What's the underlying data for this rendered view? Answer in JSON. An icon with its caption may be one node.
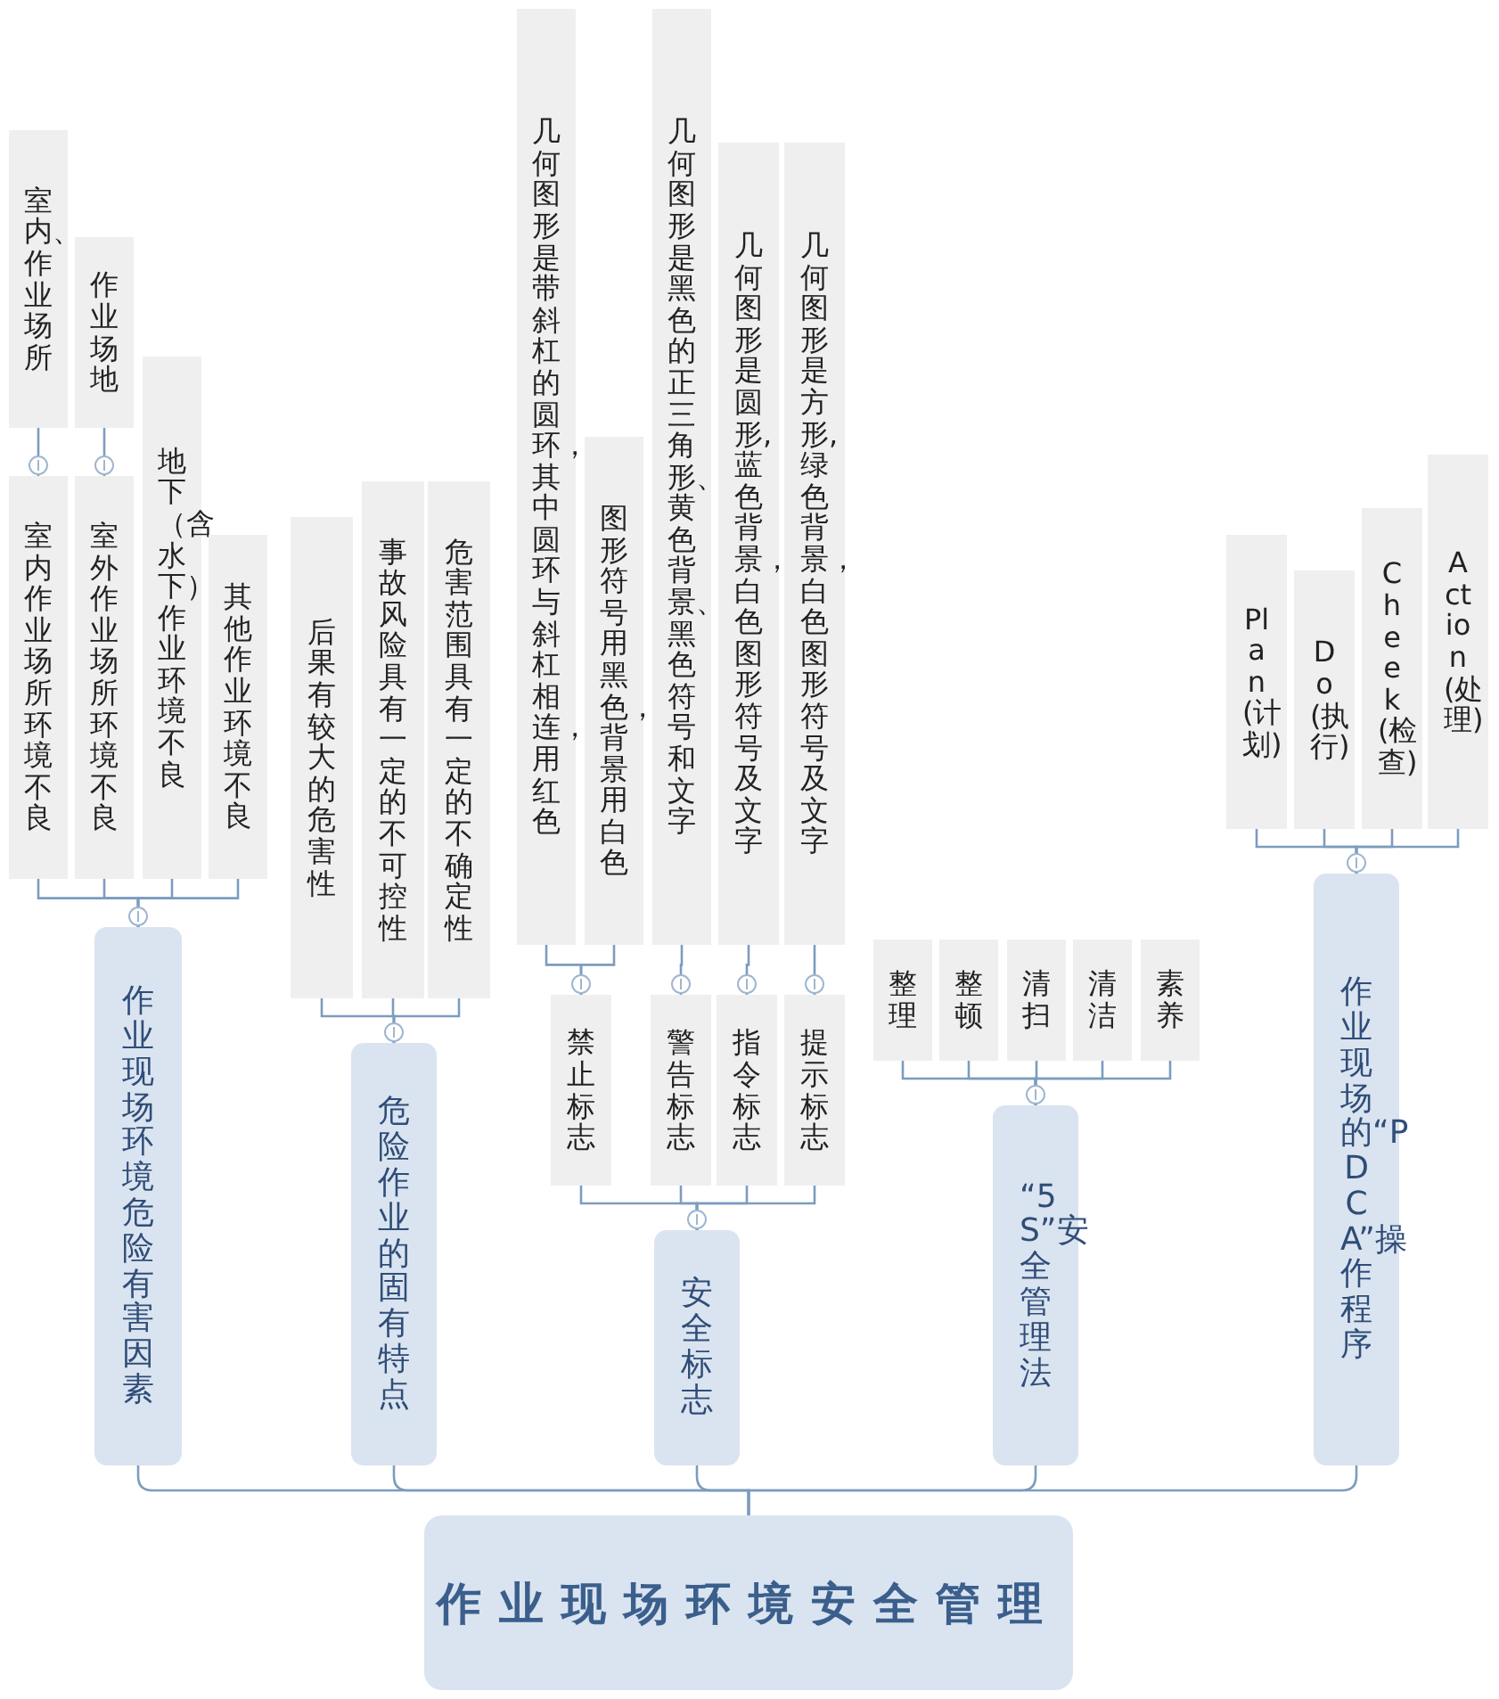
{
  "diagram": {
    "nodes": [
      {
        "text": [
          "作业现场环境安全管理"
        ]
      },
      {
        "text": [
          "作业现场环境危险有害因素"
        ]
      },
      {
        "text": [
          "室内作业场所环境不良"
        ]
      },
      {
        "text": [
          "室内、作业场所"
        ]
      },
      {
        "text": [
          "室外作业场所环境不良"
        ]
      },
      {
        "text": [
          "作业场地"
        ]
      },
      {
        "text": [
          "地下（含水下）作业环境不良"
        ]
      },
      {
        "text": [
          "其他作业环境不良"
        ]
      },
      {
        "text": [
          "危险作业的固有特点"
        ]
      },
      {
        "text": [
          "后果有较大的危害性"
        ]
      },
      {
        "text": [
          "事故风险具有一定的不可控性"
        ]
      },
      {
        "text": [
          "危害范围具有一定的不确定性"
        ]
      },
      {
        "text": [
          "安全标志"
        ]
      },
      {
        "text": [
          "禁止标志"
        ]
      },
      {
        "text": [
          "几何图形是带斜杠的圆环，其中圆环与斜杠相连，用红色"
        ]
      },
      {
        "text": [
          "图形符号用黑色，背景用白色"
        ]
      },
      {
        "text": [
          "警告标志"
        ]
      },
      {
        "text": [
          "几何图形是黑色的正三角形、黄色背景、黑色符号和文字"
        ]
      },
      {
        "text": [
          "指令标志"
        ]
      },
      {
        "text": [
          "几何图形是圆形,蓝色背景，白色图形符号及文字"
        ]
      },
      {
        "text": [
          "提示标志"
        ]
      },
      {
        "text": [
          "几何图形是方形,绿色背景，白色图形符号及文字"
        ]
      },
      {
        "text": [
          "“5S”安全管理法"
        ]
      },
      {
        "text": [
          "整理"
        ]
      },
      {
        "text": [
          "整顿"
        ]
      },
      {
        "text": [
          "清扫"
        ]
      },
      {
        "text": [
          "清洁"
        ]
      },
      {
        "text": [
          "素养"
        ]
      },
      {
        "text": [
          "作业现场的“PDCA”操作程序"
        ]
      },
      {
        "text": [
          "Plan(计划)"
        ]
      },
      {
        "text": [
          "Do (执行)"
        ]
      },
      {
        "text": [
          "Cheek(检查)"
        ]
      },
      {
        "text": [
          "Action (处理)"
        ]
      }
    ],
    "edges": [
      {
        "from": 0,
        "to": 1,
        "arrow": "none"
      },
      {
        "from": 0,
        "to": 8,
        "arrow": "none"
      },
      {
        "from": 0,
        "to": 12,
        "arrow": "none"
      },
      {
        "from": 0,
        "to": 22,
        "arrow": "none"
      },
      {
        "from": 0,
        "to": 28,
        "arrow": "none"
      },
      {
        "from": 1,
        "to": 2,
        "arrow": "none"
      },
      {
        "from": 1,
        "to": 4,
        "arrow": "none"
      },
      {
        "from": 1,
        "to": 6,
        "arrow": "none"
      },
      {
        "from": 1,
        "to": 7,
        "arrow": "none"
      },
      {
        "from": 2,
        "to": 3,
        "arrow": "none"
      },
      {
        "from": 4,
        "to": 5,
        "arrow": "none"
      },
      {
        "from": 8,
        "to": 9,
        "arrow": "none"
      },
      {
        "from": 8,
        "to": 10,
        "arrow": "none"
      },
      {
        "from": 8,
        "to": 11,
        "arrow": "none"
      },
      {
        "from": 12,
        "to": 13,
        "arrow": "none"
      },
      {
        "from": 12,
        "to": 16,
        "arrow": "none"
      },
      {
        "from": 12,
        "to": 18,
        "arrow": "none"
      },
      {
        "from": 12,
        "to": 20,
        "arrow": "none"
      },
      {
        "from": 13,
        "to": 14,
        "arrow": "none"
      },
      {
        "from": 13,
        "to": 15,
        "arrow": "none"
      },
      {
        "from": 16,
        "to": 17,
        "arrow": "none"
      },
      {
        "from": 18,
        "to": 19,
        "arrow": "none"
      },
      {
        "from": 20,
        "to": 21,
        "arrow": "none"
      },
      {
        "from": 22,
        "to": 23,
        "arrow": "none"
      },
      {
        "from": 22,
        "to": 24,
        "arrow": "none"
      },
      {
        "from": 22,
        "to": 25,
        "arrow": "none"
      },
      {
        "from": 22,
        "to": 26,
        "arrow": "none"
      },
      {
        "from": 22,
        "to": 27,
        "arrow": "none"
      },
      {
        "from": 28,
        "to": 29,
        "arrow": "none"
      },
      {
        "from": 28,
        "to": 30,
        "arrow": "none"
      },
      {
        "from": 28,
        "to": 31,
        "arrow": "none"
      },
      {
        "from": 28,
        "to": 32,
        "arrow": "none"
      }
    ]
  }
}
